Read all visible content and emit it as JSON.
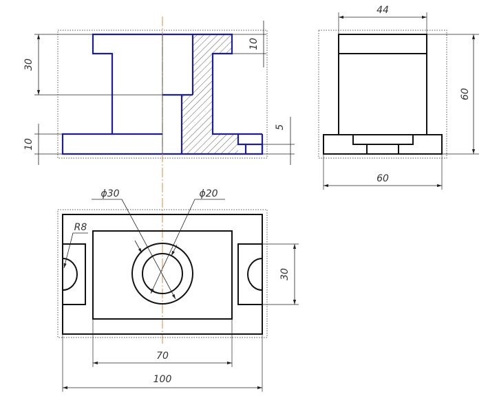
{
  "drawing": {
    "title": "",
    "colors": {
      "outline_blue": "#1c1ca0",
      "outline_black": "#111111",
      "axis_orange": "#e08a3c",
      "dimension": "#222222",
      "frame_dotted": "#555555",
      "hatch": "#333333"
    },
    "front_view": {
      "dims": {
        "height_upper": "30",
        "height_base": "10",
        "flange_top": "10",
        "step": "5"
      }
    },
    "side_view": {
      "dims": {
        "width_top": "44",
        "height": "60",
        "width_base": "60"
      }
    },
    "top_view": {
      "dims": {
        "bore_outer": "ϕ30",
        "bore_inner": "ϕ20",
        "slot_radius": "R8",
        "slot_width": "30",
        "boss_width": "70",
        "overall_width": "100"
      }
    }
  }
}
